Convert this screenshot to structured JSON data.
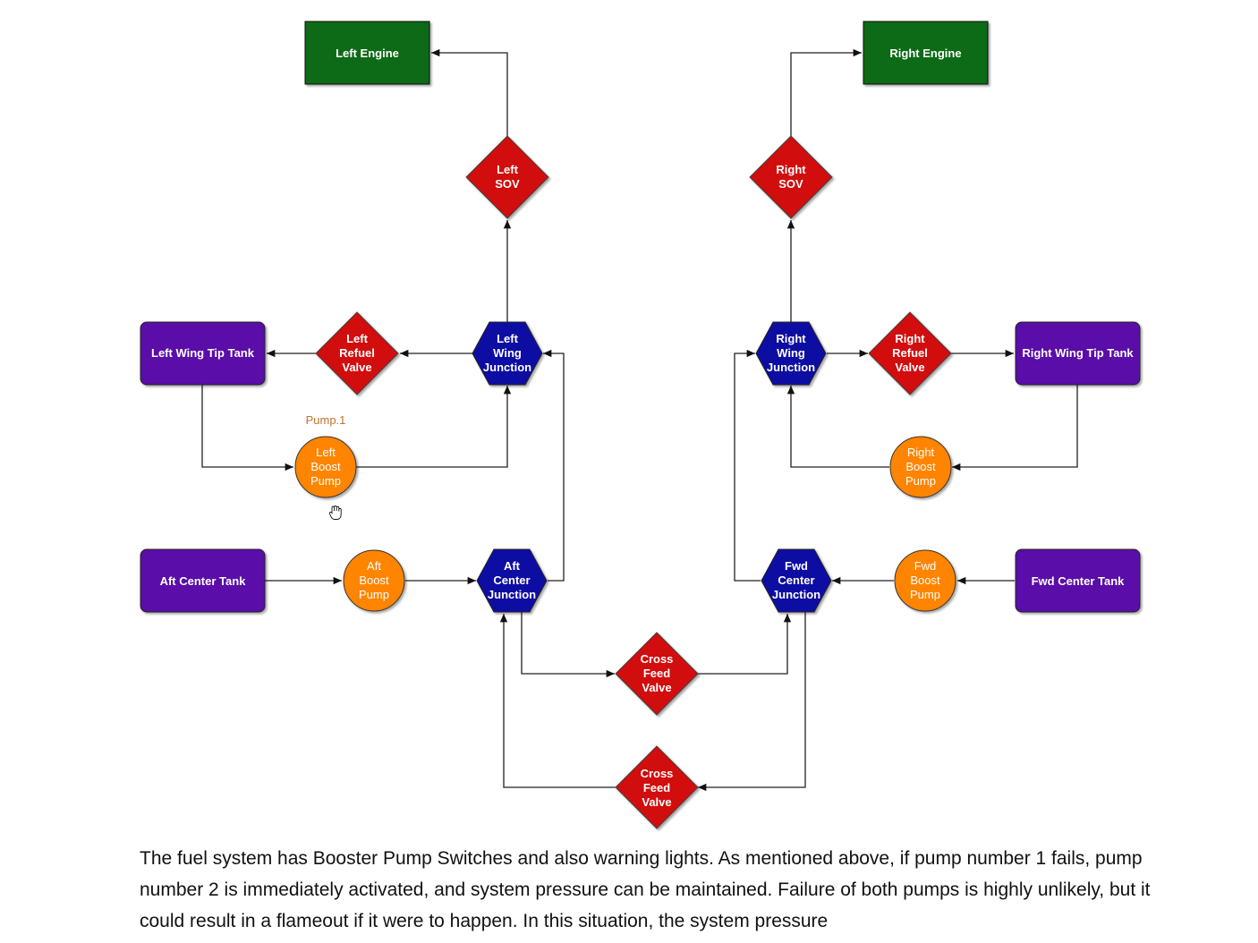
{
  "colors": {
    "engine": "#0e6b12",
    "tank": "#5a0aa8",
    "valve": "#d10a0a",
    "junction": "#0a0aa3",
    "pump": "#ff8400"
  },
  "nodes": {
    "left_engine": "Left Engine",
    "right_engine": "Right Engine",
    "left_sov": [
      "Left",
      "SOV"
    ],
    "right_sov": [
      "Right",
      "SOV"
    ],
    "left_wing_tip_tank": "Left Wing Tip Tank",
    "right_wing_tip_tank": "Right Wing Tip Tank",
    "left_refuel_valve": [
      "Left",
      "Refuel",
      "Valve"
    ],
    "right_refuel_valve": [
      "Right",
      "Refuel",
      "Valve"
    ],
    "left_wing_junction": [
      "Left",
      "Wing",
      "Junction"
    ],
    "right_wing_junction": [
      "Right",
      "Wing",
      "Junction"
    ],
    "left_boost_pump": [
      "Left",
      "Boost",
      "Pump"
    ],
    "right_boost_pump": [
      "Right",
      "Boost",
      "Pump"
    ],
    "aft_center_tank": "Aft Center Tank",
    "fwd_center_tank": "Fwd Center Tank",
    "aft_boost_pump": [
      "Aft",
      "Boost",
      "Pump"
    ],
    "fwd_boost_pump": [
      "Fwd",
      "Boost",
      "Pump"
    ],
    "aft_center_junction": [
      "Aft",
      "Center",
      "Junction"
    ],
    "fwd_center_junction": [
      "Fwd",
      "Center",
      "Junction"
    ],
    "cross_feed_valve_1": [
      "Cross",
      "Feed",
      "Valve"
    ],
    "cross_feed_valve_2": [
      "Cross",
      "Feed",
      "Valve"
    ]
  },
  "pump_caption": "Pump.1",
  "paragraph": "The fuel system has Booster Pump Switches and also warning lights. As mentioned above, if pump number 1 fails, pump number 2 is immediately activated, and system pressure can be maintained. Failure of both pumps is highly unlikely, but it could result in a flameout if it were to happen. In this situation, the system pressure"
}
